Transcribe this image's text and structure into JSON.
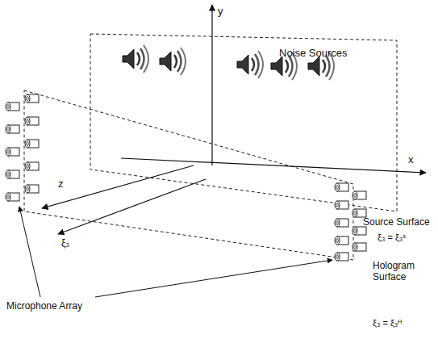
{
  "diagram": {
    "labels": [
      "y",
      "Noise Sources",
      "x",
      "z",
      "ξ₃",
      "Source Surface",
      "ξ₃ = ξ₃ˢ",
      "Microphone Array",
      "Hologram Surface",
      "ξ₃ = ξ₃ᴴ"
    ]
  }
}
